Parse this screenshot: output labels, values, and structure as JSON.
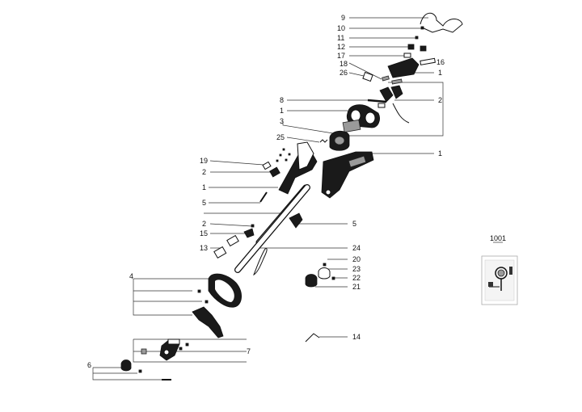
{
  "callouts": {
    "c9": "9",
    "c10": "10",
    "c11": "11",
    "c12": "12",
    "c16": "16",
    "c17": "17",
    "c18": "18",
    "c26": "26",
    "c1a": "1",
    "c2a": "2",
    "c8": "8",
    "c1b": "1",
    "c3": "3",
    "c25": "25",
    "c1c": "1",
    "c19": "19",
    "c2b": "2",
    "c1d": "1",
    "c5a": "5",
    "c5b": "5",
    "c2c": "2",
    "c15": "15",
    "c13": "13",
    "c24": "24",
    "c20": "20",
    "c23": "23",
    "c22": "22",
    "c21": "21",
    "c4": "4",
    "c7": "7",
    "c14": "14",
    "c6": "6",
    "c1001": "1001"
  }
}
